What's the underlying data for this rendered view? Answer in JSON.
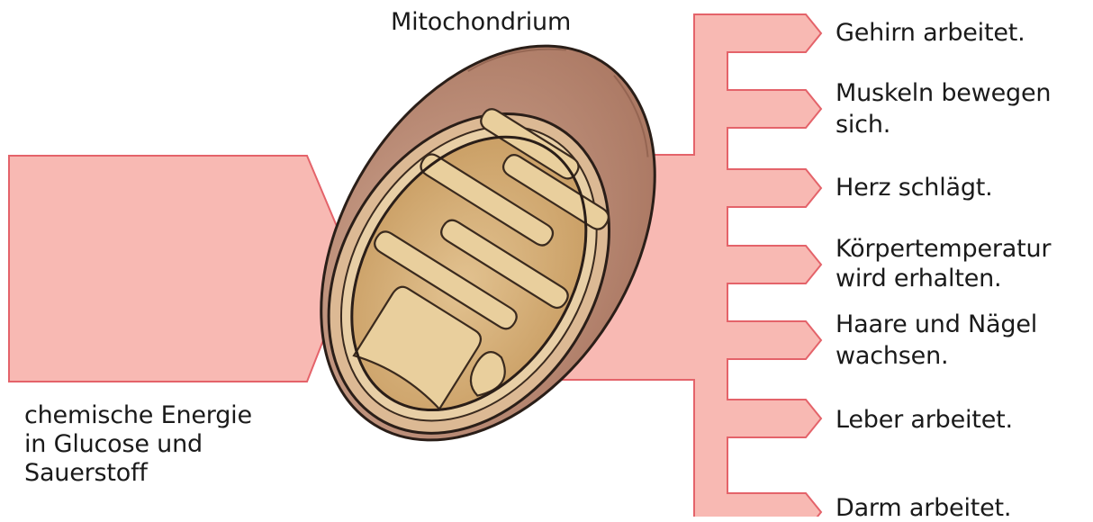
{
  "title": "Mitochondrium",
  "input_label": [
    "chemische Energie",
    "in Glucose und",
    "Sauerstoff"
  ],
  "outputs": [
    [
      "Gehirn arbeitet."
    ],
    [
      "Muskeln bewegen",
      "sich."
    ],
    [
      "Herz schlägt."
    ],
    [
      "Körpertemperatur",
      "wird erhalten."
    ],
    [
      "Haare und Nägel",
      "wachsen."
    ],
    [
      "Leber arbeitet."
    ],
    [
      "Darm arbeitet."
    ]
  ],
  "colors": {
    "arrow_fill": "#f8b9b3",
    "arrow_stroke": "#e4636a",
    "membrane_outer": "#c0927c",
    "membrane_inner": "#d7b38e",
    "matrix": "#d2a868",
    "text": "#1a1a1a"
  }
}
